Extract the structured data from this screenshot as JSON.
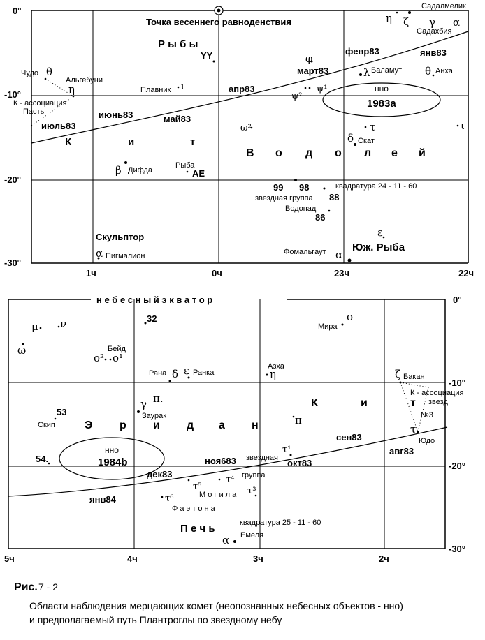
{
  "top": {
    "deg_0": "0°",
    "deg_10": "-10°",
    "deg_20": "-20°",
    "deg_30": "-30°",
    "ra_1": "1ч",
    "ra_0": "0ч",
    "ra_23": "23ч",
    "ra_22": "22ч",
    "equinox": "Точка весеннего равноденствия",
    "pisces": "Р ы б ы",
    "yy": "YY",
    "plavnik": "Плавник",
    "iota": "ι",
    "apr": "апр83",
    "june": "июнь83",
    "may": "май83",
    "july": "июль83",
    "kit": [
      "К",
      "и",
      "т"
    ],
    "chudo": "Чудо",
    "theta": "θ",
    "algebuni": "Альгебуни",
    "eta": "η",
    "k_assoc": "К - ассоциация",
    "past": "Пасть",
    "beta": "β",
    "difda": "Дифда",
    "ryba": "Рыба",
    "ae": "AE",
    "sculptor": "Скульптор",
    "alpha": "α",
    "pigmalion": "Пигмалион",
    "vodoley": [
      "В",
      "о",
      "д",
      "о",
      "л",
      "е",
      "й"
    ],
    "phi": "φ",
    "feb": "февр83",
    "mar": "март83",
    "lambda": "λ",
    "balamut": "Баламут",
    "jan": "янв83",
    "theta2": "θ",
    "anha": "Анха",
    "psi2": "ψ²",
    "psi1": "ψ¹",
    "nno": "нно",
    "comet": "1983a",
    "omega2": "ω²",
    "tau": "τ",
    "delta": "δ",
    "skat": "Скат",
    "iota2": "ι",
    "sadalmelik": "Садалмелик",
    "sadahbia": "Садахбия",
    "zeta": "ζ",
    "gamma": "γ",
    "alpha2": "α",
    "eta2": "η",
    "n99": "99",
    "n98": "98",
    "quadrature": "квадратура 24 - 11 - 60",
    "star_group": "звездная группа",
    "n88": "88",
    "vodopad": "Водопад",
    "n86": "86",
    "epsilon": "ε",
    "fomalgaut": "Фомальгаут",
    "alpha3": "α",
    "psa": "Юж. Рыба"
  },
  "bottom": {
    "equator": "н е б е с н ы й   э к в а т о р",
    "deg_0": "0°",
    "deg_10": "-10°",
    "deg_20": "-20°",
    "deg_30": "-30°",
    "ra_5": "5ч",
    "ra_4": "4ч",
    "ra_3": "3ч",
    "ra_2": "2ч",
    "mu": "μ",
    "nu": "ν",
    "omega": "ω",
    "n32": "32",
    "beid": "Бейд",
    "o2": "o²",
    "o1": "o¹",
    "mira": "Мира",
    "omicron": "o",
    "rana": "Рана",
    "delta": "δ",
    "epsilon": "ε",
    "ranka": "Ранка",
    "azha": "Азха",
    "eta": "η",
    "gamma": "γ",
    "pi": "π.",
    "zaurak": "Заурак",
    "n53": "53",
    "skip": "Скип",
    "eridan": [
      "Э",
      "р",
      "и",
      "д",
      "а",
      "н"
    ],
    "kit": [
      "К",
      "и",
      "т"
    ],
    "pi2": "π",
    "zeta": "ζ",
    "bakan": "Бакан",
    "k_assoc": "К - ассоциация",
    "zvezd": "звезд",
    "n3": "№3",
    "tau_r": "τ",
    "udo": "Юдо",
    "sen": "сен83",
    "aug": "авг83",
    "nno": "нно",
    "comet": "1984b",
    "n54": "54.",
    "nov": "ноя683",
    "star_word": "звездная",
    "group": "группа",
    "oct": "окт83",
    "tau1": "τ¹",
    "dec": "дек83",
    "jan": "янв84",
    "tau5": "τ⁵",
    "tau4": "τ⁴",
    "tau3": "τ³",
    "tau6": "τ⁶",
    "mogila": "М о г и л а",
    "faetona": "Ф а э т о н а",
    "pech": "П е ч ь",
    "quadrature": "квадратура 25 - 11 - 60",
    "alpha": "α",
    "emelya": "Емеля"
  },
  "caption": {
    "fig_label": "Рис.",
    "fig_num": " 7 - 2",
    "line1": "Области наблюдения мерцающих комет (неопознанных небесных объектов - нно)",
    "line2": "и предполагаемый путь Плантроглы по звездному небу"
  }
}
